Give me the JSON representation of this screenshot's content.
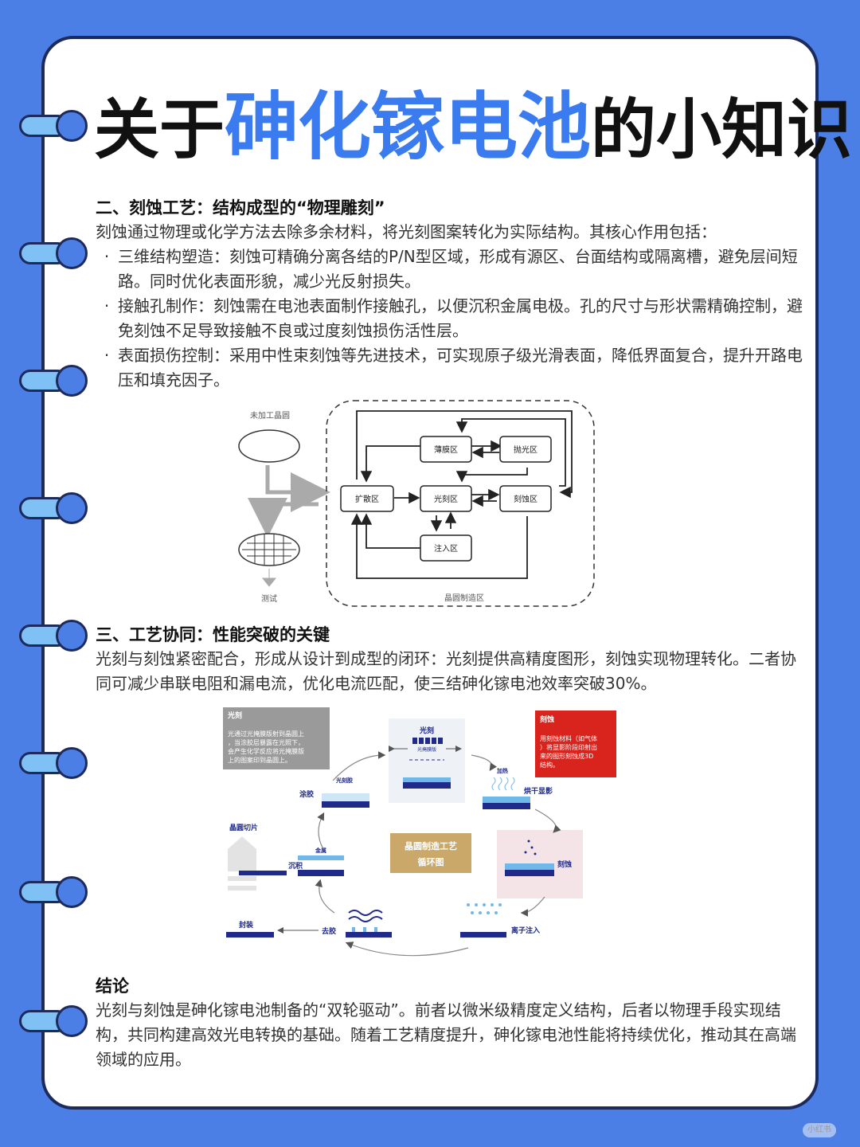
{
  "title": {
    "prefix": "关于",
    "highlight": "砷化镓电池",
    "suffix": "的小知识"
  },
  "section2": {
    "heading": "二、刻蚀工艺：结构成型的“物理雕刻”",
    "intro": "刻蚀通过物理或化学方法去除多余材料，将光刻图案转化为实际结构。其核心作用包括：",
    "bullets": [
      "三维结构塑造：刻蚀可精确分离各结的P/N型区域，形成有源区、台面结构或隔离槽，避免层间短路。同时优化表面形貌，减少光反射损失。",
      "接触孔制作：刻蚀需在电池表面制作接触孔，以便沉积金属电极。孔的尺寸与形状需精确控制，避免刻蚀不足导致接触不良或过度刻蚀损伤活性层。",
      "表面损伤控制：采用中性束刻蚀等先进技术，可实现原子级光滑表面，降低界面复合，提升开路电压和填充因子。"
    ],
    "bullet_mark": "·"
  },
  "diagram1": {
    "unprocessed": "未加工晶圆",
    "test": "测试",
    "fab_area": "晶圆制造区",
    "boxes": {
      "thin": "薄膜区",
      "polish": "抛光区",
      "diffuse": "扩散区",
      "litho": "光刻区",
      "etch": "刻蚀区",
      "implant": "注入区"
    }
  },
  "section3": {
    "heading": "三、工艺协同：性能突破的关键",
    "body": "光刻与刻蚀紧密配合，形成从设计到成型的闭环：光刻提供高精度图形，刻蚀实现物理转化。二者协同可减少串联电阻和漏电流，优化电流匹配，使三结砷化镓电池效率突破30%。"
  },
  "diagram2": {
    "litho_box_title": "光刻",
    "litho_box_body": [
      "光通过光掩膜版射到晶圆上",
      "，当涂胶层暴露在光照下，",
      "会产生化学反应将光掩膜版",
      "上的图案印到晶圆上。"
    ],
    "etch_box_title": "刻蚀",
    "etch_box_body": [
      "用刻蚀材料（如气体",
      "）将显影阶段印射出",
      "来的图形刻蚀成3D",
      "结构。"
    ],
    "litho_label": "光刻",
    "mask_label": "光掩膜版",
    "coat": "涂胶",
    "photoresist": "光刻胶",
    "heat": "加热",
    "bake": "烘干显影",
    "slice": "晶圆切片",
    "metal": "金属",
    "deposit": "沉积",
    "etch_step": "刻蚀",
    "center": [
      "晶圆制造工艺",
      "循环图"
    ],
    "package": "封装",
    "strip": "去胶",
    "ion": "离子注入"
  },
  "conclusion": {
    "heading": "结论",
    "body": "光刻与刻蚀是砷化镓电池制备的“双轮驱动”。前者以微米级精度定义结构，后者以物理手段实现结构，共同构建高效光电转换的基础。随着工艺精度提升，砷化镓电池性能将持续优化，推动其在高端领域的应用。"
  },
  "watermark": "小红书",
  "colors": {
    "background": "#4b7fe6",
    "highlight_text": "#3a7cf0",
    "highlight_bar": "#f6d95a",
    "etch_red": "#d9231d",
    "wafer_navy": "#1f2a8a"
  }
}
